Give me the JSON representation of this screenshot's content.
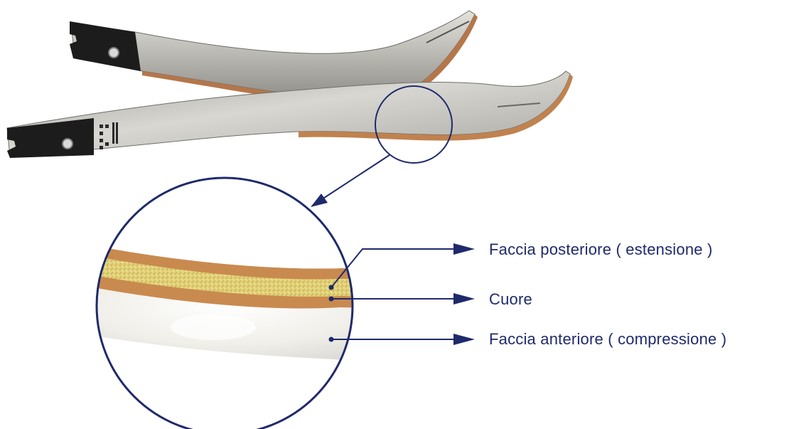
{
  "labels": {
    "posteriore": "Faccia posteriore ( estensione )",
    "cuore": "Cuore",
    "anteriore": "Faccia anteriore ( compressione )"
  },
  "colors": {
    "accent": "#1f2a6b",
    "limb_metal": "#c8c7c2",
    "limb_tip": "#1c1c1c",
    "glass_layer": "#c98a4f",
    "core_wood": "#e6d57a",
    "face_white": "#efefe9"
  }
}
